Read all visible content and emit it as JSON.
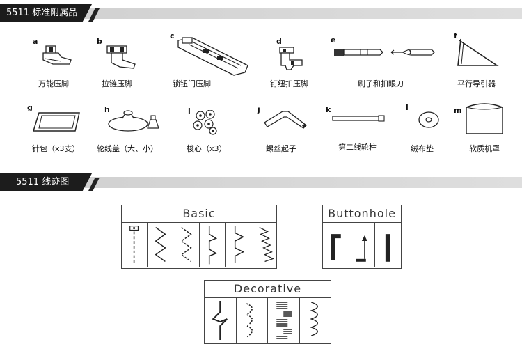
{
  "headers": {
    "accessories": "5511 标准附属品",
    "stitch_chart": "5511 线迹图"
  },
  "accessories": [
    {
      "letter": "a",
      "label": "万能压脚",
      "icon": "all-purpose-foot-icon"
    },
    {
      "letter": "b",
      "label": "拉链压脚",
      "icon": "zipper-foot-icon"
    },
    {
      "letter": "c",
      "label": "锁钮门压脚",
      "icon": "buttonhole-foot-icon"
    },
    {
      "letter": "d",
      "label": "钉纽扣压脚",
      "icon": "button-sewing-foot-icon"
    },
    {
      "letter": "e",
      "label": "刷子和扣眼刀",
      "icon": "brush-and-seam-ripper-icon"
    },
    {
      "letter": "f",
      "label": "平行导引器",
      "icon": "quilting-guide-icon"
    },
    {
      "letter": "g",
      "label": "针包（x3支）",
      "icon": "needle-pack-icon"
    },
    {
      "letter": "h",
      "label": "轮线盖（大、小）",
      "icon": "spool-cap-icon"
    },
    {
      "letter": "i",
      "label": "梭心（x3）",
      "icon": "bobbins-icon"
    },
    {
      "letter": "j",
      "label": "螺丝起子",
      "icon": "screwdriver-icon"
    },
    {
      "letter": "k",
      "label": "第二线轮柱",
      "icon": "spool-pin-icon"
    },
    {
      "letter": "l",
      "label": "绒布垫",
      "icon": "felt-pad-icon"
    },
    {
      "letter": "m",
      "label": "软质机罩",
      "icon": "dust-cover-icon"
    }
  ],
  "panels": {
    "basic": {
      "title": "Basic"
    },
    "buttonhole": {
      "title": "Buttonhole"
    },
    "decorative": {
      "title": "Decorative"
    }
  }
}
